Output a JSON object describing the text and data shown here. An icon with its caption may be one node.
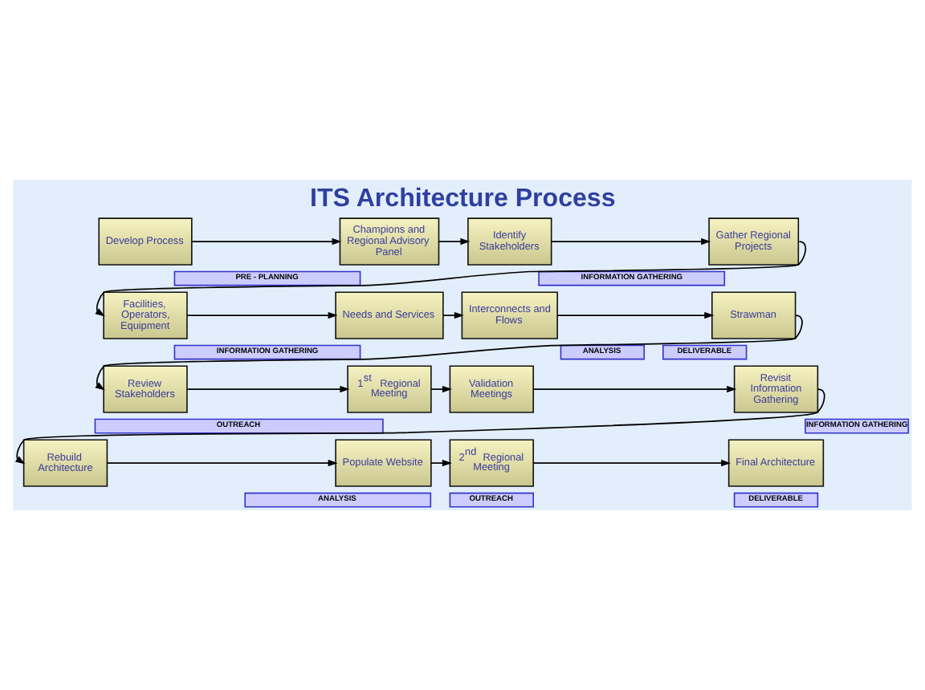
{
  "diagram": {
    "title": "ITS Architecture Process",
    "nodes": [
      {
        "text": [
          "Develop Process"
        ]
      },
      {
        "text": [
          "Champions and Regional Advisory Panel"
        ]
      },
      {
        "text": [
          "Identify Stakeholders"
        ]
      },
      {
        "text": [
          "Gather Regional Projects"
        ]
      },
      {
        "text": [
          "PRE - PLANNING"
        ]
      },
      {
        "text": [
          "INFORMATION GATHERING"
        ]
      },
      {
        "text": [
          "Facilities, Operators, Equipment"
        ]
      },
      {
        "text": [
          "Needs and Services"
        ]
      },
      {
        "text": [
          "Interconnects and Flows"
        ]
      },
      {
        "text": [
          "Strawman"
        ]
      },
      {
        "text": [
          "INFORMATION GATHERING"
        ]
      },
      {
        "text": [
          "ANALYSIS"
        ]
      },
      {
        "text": [
          "DELIVERABLE"
        ]
      },
      {
        "text": [
          "Review Stakeholders"
        ]
      },
      {
        "text": [
          "1$^{st}$ Regional Meeting"
        ]
      },
      {
        "text": [
          "Validation Meetings"
        ]
      },
      {
        "text": [
          "Revisit Information Gathering"
        ]
      },
      {
        "text": [
          "OUTREACH"
        ]
      },
      {
        "text": [
          "INFORMATION GATHERING"
        ]
      },
      {
        "text": [
          "Rebuild Architecture"
        ]
      },
      {
        "text": [
          "Populate Website"
        ]
      },
      {
        "text": [
          "2$^{nd}$ Regional Meeting"
        ]
      },
      {
        "text": [
          "Final Architecture"
        ]
      },
      {
        "text": [
          "ANALYSIS"
        ]
      },
      {
        "text": [
          "OUTREACH"
        ]
      },
      {
        "text": [
          "DELIVERABLE"
        ]
      }
    ],
    "edges": [
      {
        "from": 0,
        "to": 1,
        "arrow": "to"
      },
      {
        "from": 1,
        "to": 2,
        "arrow": "to"
      },
      {
        "from": 2,
        "to": 3,
        "arrow": "to"
      },
      {
        "from": 3,
        "to": 6,
        "arrow": "to"
      },
      {
        "from": 6,
        "to": 7,
        "arrow": "to"
      },
      {
        "from": 7,
        "to": 8,
        "arrow": "to"
      },
      {
        "from": 8,
        "to": 9,
        "arrow": "to"
      },
      {
        "from": 9,
        "to": 13,
        "arrow": "to"
      },
      {
        "from": 13,
        "to": 14,
        "arrow": "to"
      },
      {
        "from": 14,
        "to": 15,
        "arrow": "to"
      },
      {
        "from": 15,
        "to": 16,
        "arrow": "to"
      },
      {
        "from": 16,
        "to": 19,
        "arrow": "to"
      },
      {
        "from": 19,
        "to": 20,
        "arrow": "to"
      },
      {
        "from": 20,
        "to": 21,
        "arrow": "to"
      },
      {
        "from": 21,
        "to": 22,
        "arrow": "to"
      }
    ]
  }
}
